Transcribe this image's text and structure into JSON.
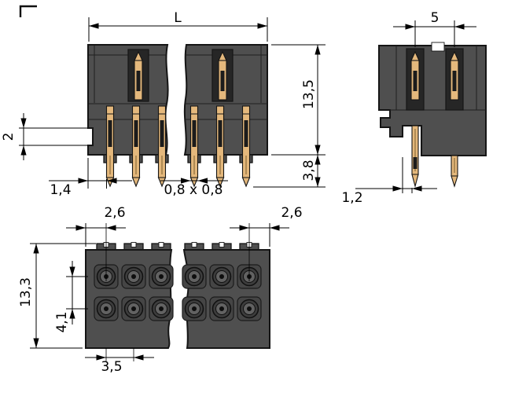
{
  "drawing": {
    "views": {
      "front": {
        "label_length": "L",
        "label_height": "13,5",
        "label_pin_length": "3,8",
        "label_step": "2",
        "label_edge_offset": "1,4",
        "label_pin_cross_section": "0,8 x 0,8"
      },
      "side": {
        "label_row_spacing": "5",
        "label_edge_to_pin": "1,2"
      },
      "bottom": {
        "label_edge_to_hole_left": "2,6",
        "label_edge_to_hole_right": "2,6",
        "label_height": "13,3",
        "label_row_offset": "4,1",
        "label_pitch": "3,5"
      }
    },
    "colors": {
      "background": "#ffffff",
      "housing_gray": "#4f4f4f",
      "cavity_gray": "#262626",
      "pin_gold": "#e4b87c",
      "pin_contact_dark": "#1c1c1c",
      "line_black": "#000000"
    }
  }
}
